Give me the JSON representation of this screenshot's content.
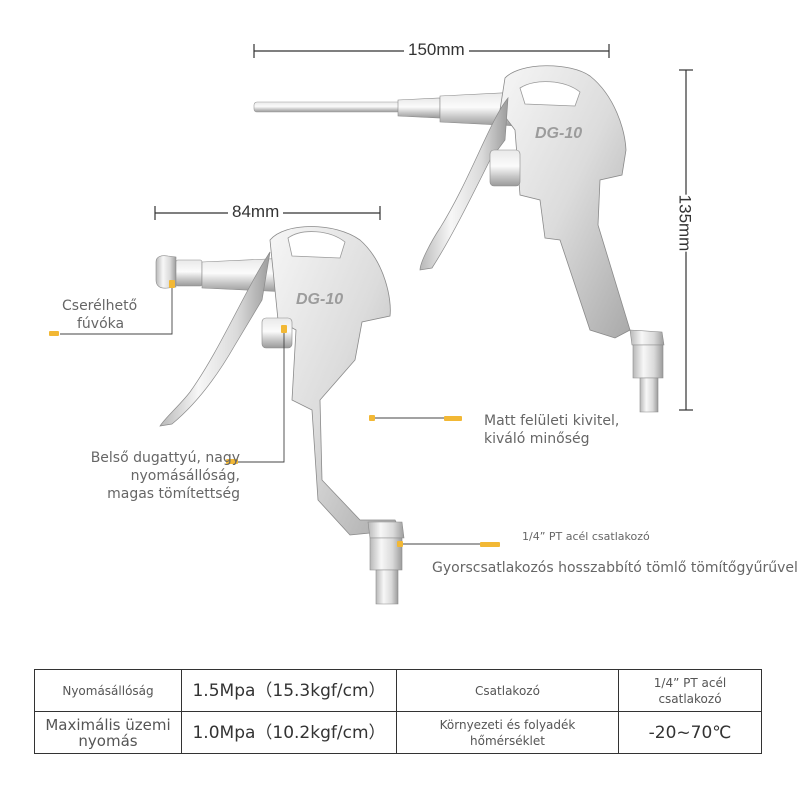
{
  "dimensions": {
    "width_large": "150mm",
    "height_large": "135mm",
    "width_small": "84mm"
  },
  "product": {
    "model_mark": "DG-10"
  },
  "callouts": {
    "nozzle": [
      "Cserélhető",
      "fúvóka"
    ],
    "piston": [
      "Belső dugattyú, nagy",
      "nyomásállóság,",
      "magas tömítettség"
    ],
    "finish": [
      "Matt felületi kivitel,",
      "kiváló minőség"
    ],
    "connector": "1/4” PT acél csatlakozó",
    "quick_coupler": "Gyorscsatlakozós hosszabbító tömlő tömítőgyűrűvel"
  },
  "specs_table": [
    [
      {
        "text": "Nyomásállóság",
        "kind": "label"
      },
      {
        "text": "1.5Mpa（15.3kgf/cm）",
        "kind": "value"
      },
      {
        "text": "Csatlakozó",
        "kind": "label"
      },
      {
        "text": "1/4” PT acél csatlakozó",
        "kind": "label"
      }
    ],
    [
      {
        "text": "Maximális üzemi nyomás",
        "kind": "label-big"
      },
      {
        "text": "1.0Mpa（10.2kgf/cm）",
        "kind": "value"
      },
      {
        "text": "Környezeti és folyadék hőmérséklet",
        "kind": "label"
      },
      {
        "text": "-20~70℃",
        "kind": "value"
      }
    ]
  ],
  "colors": {
    "marker": "#f2b835",
    "metal_light": "#f4f4f4",
    "metal_mid": "#cfcfcf",
    "metal_dark": "#8a8a8a",
    "line": "#333333"
  }
}
